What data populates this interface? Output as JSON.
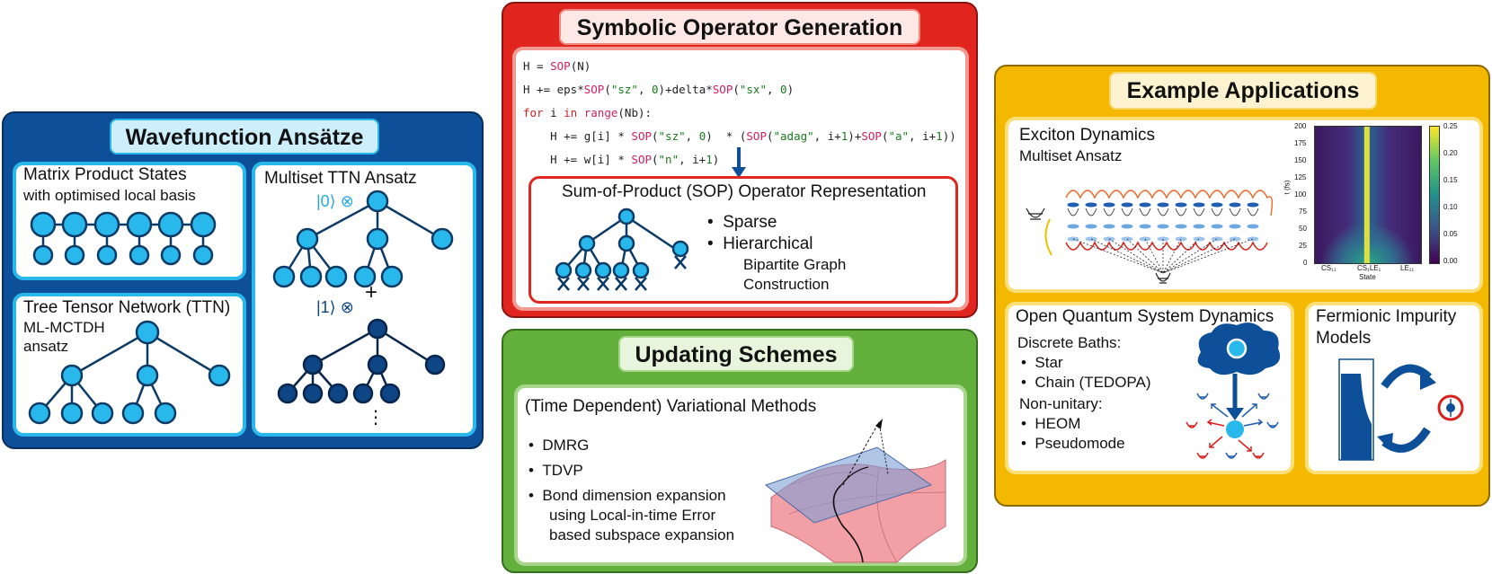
{
  "wavefunction": {
    "title": "Wavefunction Ansätze",
    "mps_title": "Matrix Product States",
    "mps_subtitle": "with optimised local basis",
    "ttn_title": "Tree Tensor Network (TTN)",
    "ttn_line2": "ML-MCTDH",
    "ttn_line3": "ansatz",
    "multiset_title": "Multiset TTN Ansatz",
    "ket0": "|0⟩ ⊗",
    "ket1": "|1⟩ ⊗",
    "plus": "+",
    "dots": "⋮"
  },
  "symbolic": {
    "title": "Symbolic Operator Generation",
    "code_lines": [
      "H = SOP(N)",
      "H += eps*SOP(\"sz\", 0)+delta*SOP(\"sx\", 0)",
      "for i in range(Nb):",
      "    H += g[i] * SOP(\"sz\", 0)  * (SOP(\"adag\", i+1)+SOP(\"a\", i+1))",
      "    H += w[i] * SOP(\"n\", i+1)"
    ],
    "sop_title": "Sum-of-Product (SOP) Operator Representation",
    "bullet_sparse": "Sparse",
    "bullet_hier": "Hierarchical",
    "sub1": "Bipartite Graph",
    "sub2": "Construction"
  },
  "updating": {
    "title": "Updating Schemes",
    "heading": "(Time Dependent) Variational Methods",
    "items": [
      "DMRG",
      "TDVP",
      "Bond dimension expansion"
    ],
    "cont1": "using Local-in-time Error",
    "cont2": "based subspace expansion"
  },
  "applications": {
    "title": "Example Applications",
    "exciton_title": "Exciton Dynamics",
    "exciton_sub": "Multiset Ansatz",
    "heatmap_ylabel": "t (fs)",
    "heatmap_xlabel": "State",
    "heatmap_yticks": [
      "200",
      "175",
      "150",
      "125",
      "100",
      "75",
      "50",
      "25",
      "0"
    ],
    "heatmap_xticks": [
      "CS₁₁",
      "CS₁LE₁",
      "LE₁₁"
    ],
    "colorbar_ticks": [
      "0.25",
      "0.20",
      "0.15",
      "0.10",
      "0.05",
      "0.00"
    ],
    "oqs_title": "Open Quantum System Dynamics",
    "oqs_discrete": "Discrete Baths:",
    "oqs_star": "Star",
    "oqs_chain": "Chain (TEDOPA)",
    "oqs_nonunitary": "Non-unitary:",
    "oqs_heom": "HEOM",
    "oqs_pseudo": "Pseudomode",
    "fermi_title1": "Fermionic Impurity",
    "fermi_title2": "Models"
  },
  "colors": {
    "blue_panel": "#0d4f98",
    "red_panel": "#e0261f",
    "green_panel": "#63b03c",
    "gold_panel": "#f5b800",
    "node_light": "#29b8ec",
    "node_dark": "#0d4585"
  }
}
